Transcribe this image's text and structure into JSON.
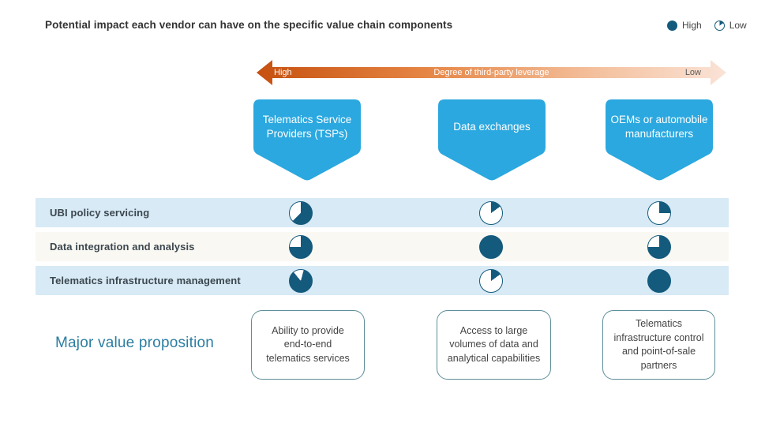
{
  "title": "Potential impact each vendor can have on the specific value chain components",
  "legend": {
    "high": {
      "label": "High",
      "pct": 100,
      "rot": 0
    },
    "low": {
      "label": "Low",
      "pct": 15,
      "rot": 0
    }
  },
  "arrow": {
    "left_label": "High",
    "center_label": "Degree of third-party leverage",
    "right_label": "Low"
  },
  "columns": [
    {
      "header": "Telematics Service Providers (TSPs)",
      "value_proposition": "Ability to provide end-to-end telematics services"
    },
    {
      "header": "Data exchanges",
      "value_proposition": "Access to large volumes of data and analytical capabilities"
    },
    {
      "header": "OEMs or automobile manufacturers",
      "value_proposition": "Telematics infrastructure control and point-of-sale partners"
    }
  ],
  "rows": [
    {
      "label": "UBI policy servicing",
      "cells": [
        {
          "pct": 62.5,
          "rot": 0
        },
        {
          "pct": 15,
          "rot": 0
        },
        {
          "pct": 25,
          "rot": 0
        }
      ]
    },
    {
      "label": "Data integration and analysis",
      "cells": [
        {
          "pct": 75,
          "rot": 0
        },
        {
          "pct": 100,
          "rot": 0
        },
        {
          "pct": 75,
          "rot": 0
        }
      ]
    },
    {
      "label": "Telematics infrastructure management",
      "cells": [
        {
          "pct": 85,
          "rot": 15
        },
        {
          "pct": 15,
          "rot": 0
        },
        {
          "pct": 100,
          "rot": 0
        }
      ]
    }
  ],
  "value_proposition_label": "Major value proposition",
  "colors": {
    "pie_fill": "#145A7D",
    "pie_empty": "#FFFFFF",
    "pentagon_blue": "#2BA8DF",
    "row_blue": "#D7EAF5",
    "row_cream": "#FAF8F2",
    "arrow_dark": "#CC5212",
    "arrow_light": "#FAE3D7",
    "heading_teal": "#2B7EA1",
    "box_border": "#5D8E99"
  }
}
